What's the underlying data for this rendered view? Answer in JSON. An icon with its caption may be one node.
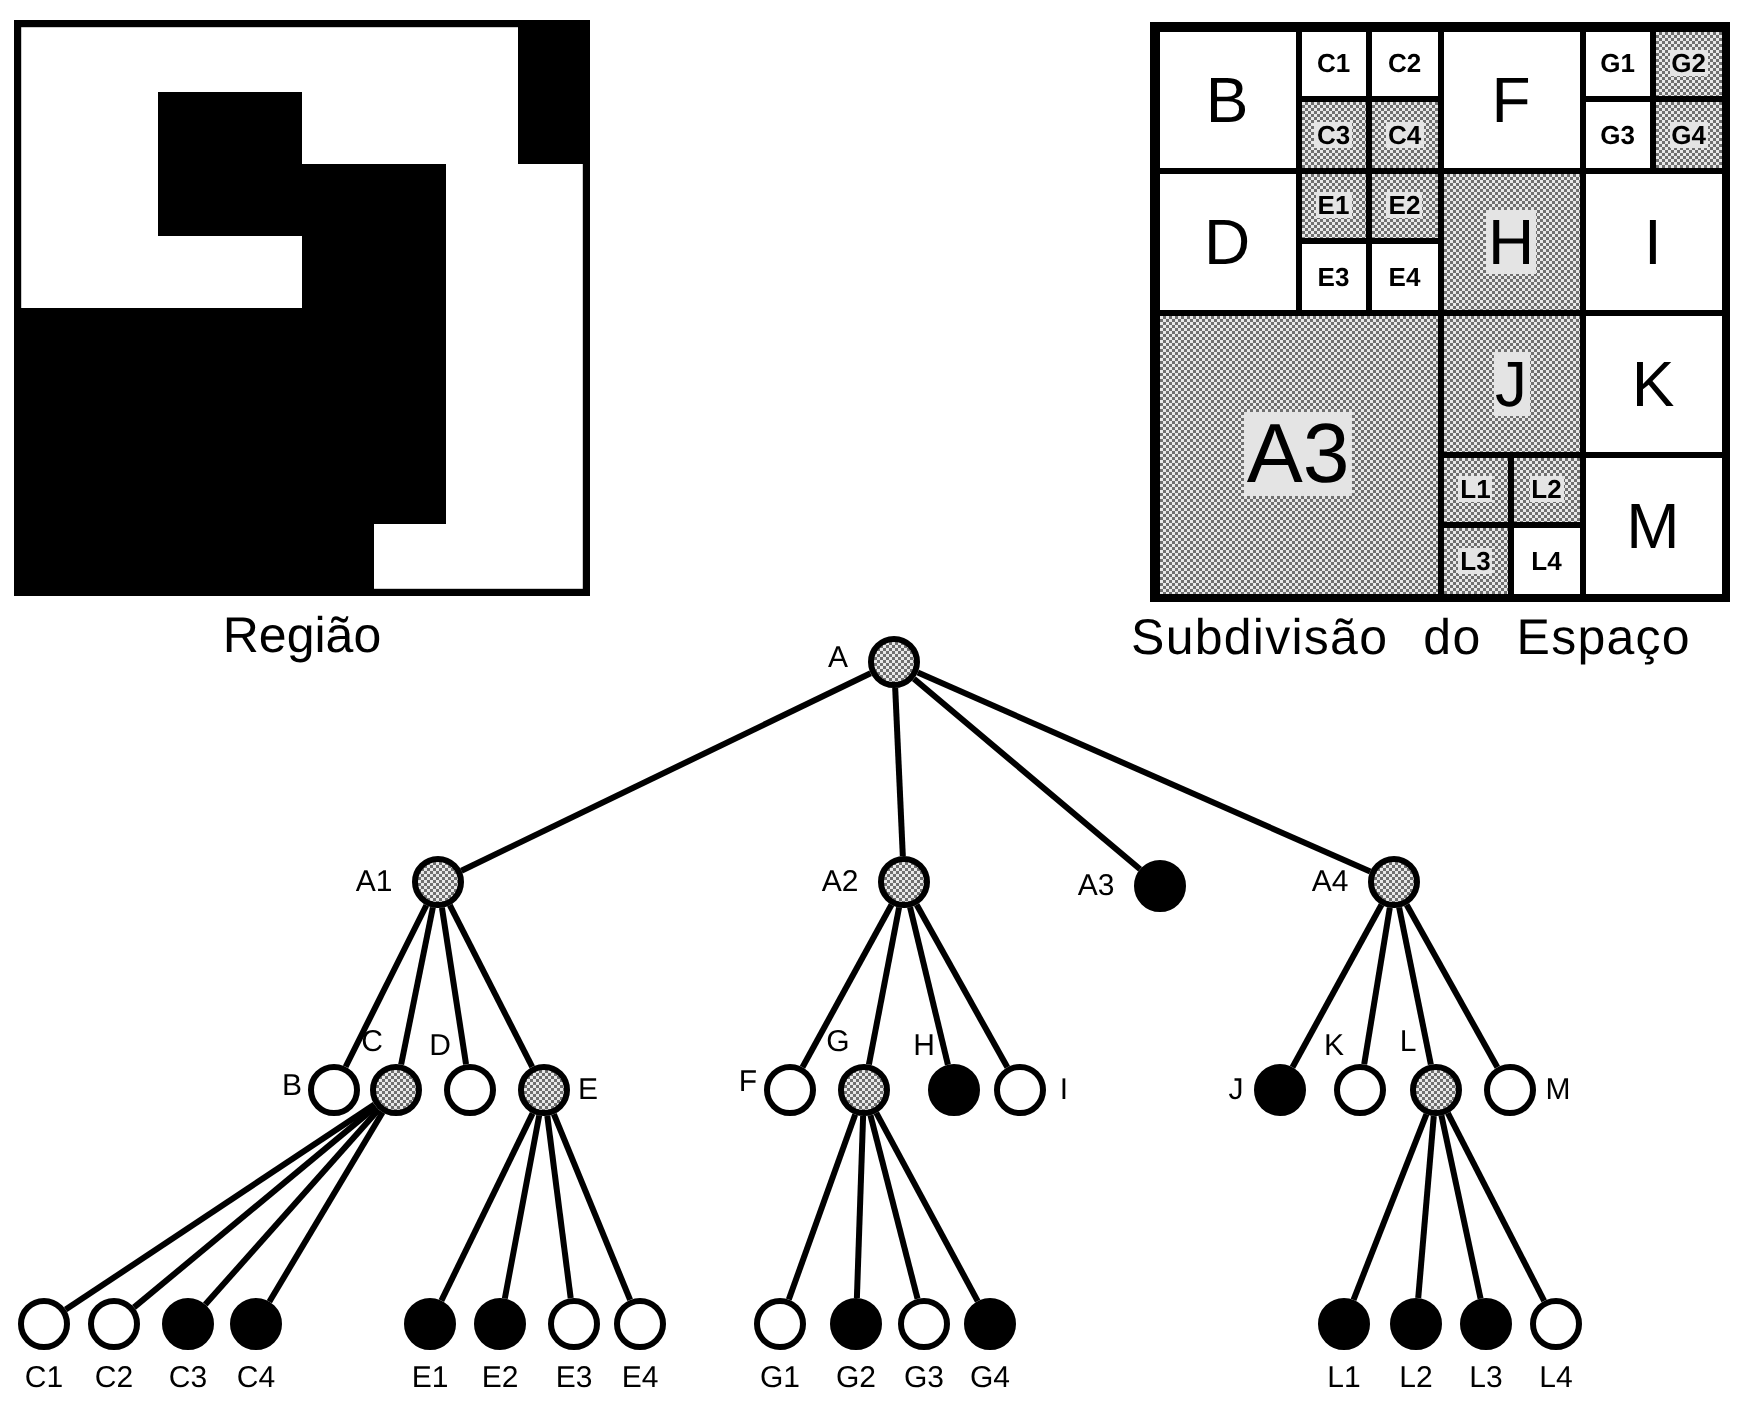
{
  "diagram": {
    "nodes": [
      {
        "text": [
          "Região"
        ]
      },
      {
        "text": [
          "Subdivisão do Espaço"
        ]
      },
      {
        "text": [
          "B"
        ],
        "in": 1
      },
      {
        "text": [
          "C1"
        ],
        "in": 1
      },
      {
        "text": [
          "C2"
        ],
        "in": 1
      },
      {
        "text": [
          "F"
        ],
        "in": 1
      },
      {
        "text": [
          "G1"
        ],
        "in": 1
      },
      {
        "text": [
          "G2"
        ],
        "in": 1
      },
      {
        "text": [
          "C3"
        ],
        "in": 1
      },
      {
        "text": [
          "C4"
        ],
        "in": 1
      },
      {
        "text": [
          "G3"
        ],
        "in": 1
      },
      {
        "text": [
          "G4"
        ],
        "in": 1
      },
      {
        "text": [
          "D"
        ],
        "in": 1
      },
      {
        "text": [
          "E1"
        ],
        "in": 1
      },
      {
        "text": [
          "E2"
        ],
        "in": 1
      },
      {
        "text": [
          "H"
        ],
        "in": 1
      },
      {
        "text": [
          "I"
        ],
        "in": 1
      },
      {
        "text": [
          "E3"
        ],
        "in": 1
      },
      {
        "text": [
          "E4"
        ],
        "in": 1
      },
      {
        "text": [
          "A3"
        ],
        "in": 1
      },
      {
        "text": [
          "J"
        ],
        "in": 1
      },
      {
        "text": [
          "K"
        ],
        "in": 1
      },
      {
        "text": [
          "L1"
        ],
        "in": 1
      },
      {
        "text": [
          "L2"
        ],
        "in": 1
      },
      {
        "text": [
          "M"
        ],
        "in": 1
      },
      {
        "text": [
          "L3"
        ],
        "in": 1
      },
      {
        "text": [
          "L4"
        ],
        "in": 1
      },
      {
        "text": [
          "A"
        ]
      },
      {
        "text": [
          "A1"
        ]
      },
      {
        "text": [
          "A2"
        ]
      },
      {
        "text": [
          "A3"
        ]
      },
      {
        "text": [
          "A4"
        ]
      },
      {
        "text": [
          "B"
        ]
      },
      {
        "text": [
          "C"
        ]
      },
      {
        "text": [
          "D"
        ]
      },
      {
        "text": [
          "E"
        ]
      },
      {
        "text": [
          "F"
        ]
      },
      {
        "text": [
          "G"
        ]
      },
      {
        "text": [
          "H"
        ]
      },
      {
        "text": [
          "I"
        ]
      },
      {
        "text": [
          "J"
        ]
      },
      {
        "text": [
          "K"
        ]
      },
      {
        "text": [
          "L"
        ]
      },
      {
        "text": [
          "M"
        ]
      },
      {
        "text": [
          "C1"
        ]
      },
      {
        "text": [
          "C2"
        ]
      },
      {
        "text": [
          "C3"
        ]
      },
      {
        "text": [
          "C4"
        ]
      },
      {
        "text": [
          "E1"
        ]
      },
      {
        "text": [
          "E2"
        ]
      },
      {
        "text": [
          "E3"
        ]
      },
      {
        "text": [
          "E4"
        ]
      },
      {
        "text": [
          "G1"
        ]
      },
      {
        "text": [
          "G2"
        ]
      },
      {
        "text": [
          "G3"
        ]
      },
      {
        "text": [
          "G4"
        ]
      },
      {
        "text": [
          "L1"
        ]
      },
      {
        "text": [
          "L2"
        ]
      },
      {
        "text": [
          "L3"
        ]
      },
      {
        "text": [
          "L4"
        ]
      }
    ],
    "edges": [
      {
        "from": 27,
        "to": 28,
        "arrow": "none"
      },
      {
        "from": 27,
        "to": 29,
        "arrow": "none"
      },
      {
        "from": 27,
        "to": 30,
        "arrow": "none"
      },
      {
        "from": 27,
        "to": 31,
        "arrow": "none"
      },
      {
        "from": 28,
        "to": 32,
        "arrow": "none"
      },
      {
        "from": 28,
        "to": 33,
        "arrow": "none"
      },
      {
        "from": 28,
        "to": 34,
        "arrow": "none"
      },
      {
        "from": 28,
        "to": 35,
        "arrow": "none"
      },
      {
        "from": 29,
        "to": 36,
        "arrow": "none"
      },
      {
        "from": 29,
        "to": 37,
        "arrow": "none"
      },
      {
        "from": 29,
        "to": 38,
        "arrow": "none"
      },
      {
        "from": 29,
        "to": 39,
        "arrow": "none"
      },
      {
        "from": 31,
        "to": 40,
        "arrow": "none"
      },
      {
        "from": 31,
        "to": 41,
        "arrow": "none"
      },
      {
        "from": 31,
        "to": 42,
        "arrow": "none"
      },
      {
        "from": 31,
        "to": 43,
        "arrow": "none"
      },
      {
        "from": 33,
        "to": 44,
        "arrow": "none"
      },
      {
        "from": 33,
        "to": 45,
        "arrow": "none"
      },
      {
        "from": 33,
        "to": 46,
        "arrow": "none"
      },
      {
        "from": 33,
        "to": 47,
        "arrow": "none"
      },
      {
        "from": 35,
        "to": 48,
        "arrow": "none"
      },
      {
        "from": 35,
        "to": 49,
        "arrow": "none"
      },
      {
        "from": 35,
        "to": 50,
        "arrow": "none"
      },
      {
        "from": 35,
        "to": 51,
        "arrow": "none"
      },
      {
        "from": 37,
        "to": 52,
        "arrow": "none"
      },
      {
        "from": 37,
        "to": 53,
        "arrow": "none"
      },
      {
        "from": 37,
        "to": 54,
        "arrow": "none"
      },
      {
        "from": 37,
        "to": 55,
        "arrow": "none"
      },
      {
        "from": 42,
        "to": 56,
        "arrow": "none"
      },
      {
        "from": 42,
        "to": 57,
        "arrow": "none"
      },
      {
        "from": 42,
        "to": 58,
        "arrow": "none"
      },
      {
        "from": 42,
        "to": 59,
        "arrow": "none"
      }
    ]
  }
}
